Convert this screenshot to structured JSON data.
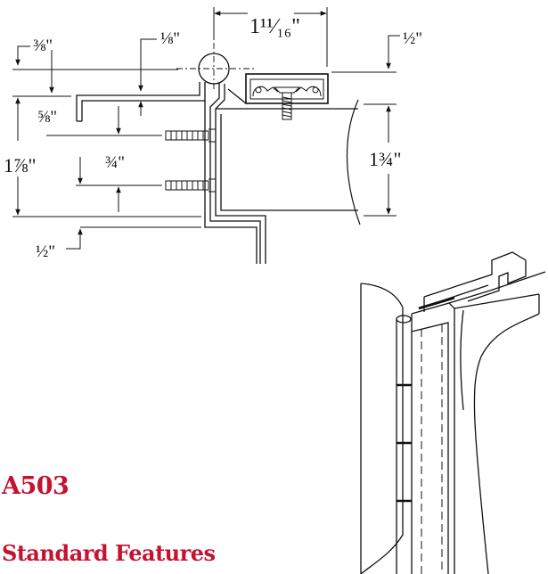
{
  "colors": {
    "heading": "#c41230",
    "line": "#111111"
  },
  "product": {
    "model": "A503",
    "section_title": "Standard Features"
  },
  "dimensions": {
    "top_width": "1¹¹⁄₁₆\"",
    "right_top": "½\"",
    "left_top": "⅜\"",
    "center_top": "⅛\"",
    "left_inner": "⅝\"",
    "overall_height": "1⅞\"",
    "screw_spacing": "¾\"",
    "door_thickness": "1¾\"",
    "bottom_left": "½\""
  }
}
